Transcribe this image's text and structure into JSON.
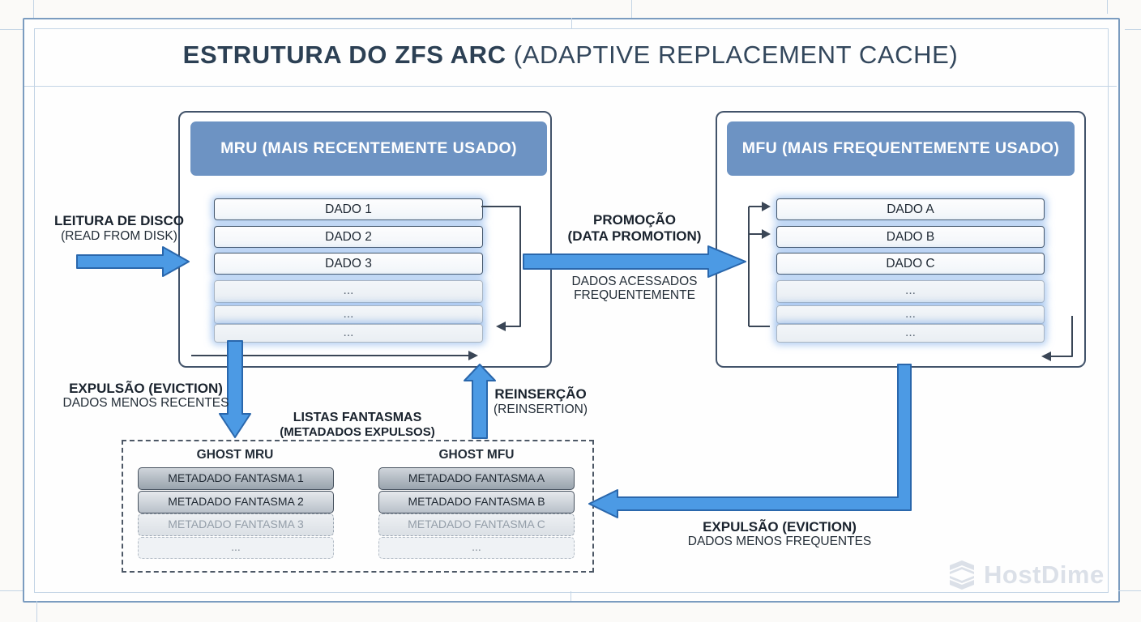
{
  "title": {
    "bold": "ESTRUTURA DO ZFS ARC",
    "light": " (ADAPTIVE REPLACEMENT CACHE)"
  },
  "mru": {
    "header": "MRU (MAIS RECENTEMENTE USADO)",
    "rows": [
      "DADO 1",
      "DADO 2",
      "DADO 3",
      "...",
      "...",
      "..."
    ]
  },
  "mfu": {
    "header": "MFU (MAIS FREQUENTEMENTE USADO)",
    "rows": [
      "DADO A",
      "DADO B",
      "DADO C",
      "...",
      "...",
      "..."
    ]
  },
  "labels": {
    "read": {
      "line1": "LEITURA DE DISCO",
      "line2": "(READ FROM DISK)"
    },
    "promotion": {
      "line1": "PROMOÇÃO",
      "line2": "(DATA PROMOTION)",
      "sub1": "DADOS ACESSADOS",
      "sub2": "FREQUENTEMENTE"
    },
    "eviction_mru": {
      "line1": "EXPULSÃO (EVICTION)",
      "line2": "DADOS MENOS RECENTES"
    },
    "reinsertion": {
      "line1": "REINSERÇÃO",
      "line2": "(REINSERTION)"
    },
    "ghost_title": {
      "line1": "LISTAS FANTASMAS",
      "line2": "(METADADOS EXPULSOS)"
    },
    "eviction_mfu": {
      "line1": "EXPULSÃO (EVICTION)",
      "line2": "DADOS MENOS FREQUENTES"
    }
  },
  "ghost": {
    "mru_heading": "GHOST MRU",
    "mfu_heading": "GHOST MFU",
    "mru_rows": [
      "METADADO FANTASMA 1",
      "METADADO FANTASMA 2",
      "METADADO FANTASMA 3",
      "..."
    ],
    "mfu_rows": [
      "METADADO FANTASMA A",
      "METADADO FANTASMA B",
      "METADADO FANTASMA C",
      "..."
    ]
  },
  "watermark": {
    "brand": "HostDime"
  },
  "colors": {
    "accent_blue": "#4c9ae4",
    "arrow_outline": "#2a67ac",
    "header_blue": "#6d93c3",
    "box_border": "#42536a",
    "title_text": "#2c4054",
    "frame_blue": "#7b9cc0",
    "inner_frame_blue": "#c3d4e5",
    "watermark_gray": "#dbe0e8"
  }
}
